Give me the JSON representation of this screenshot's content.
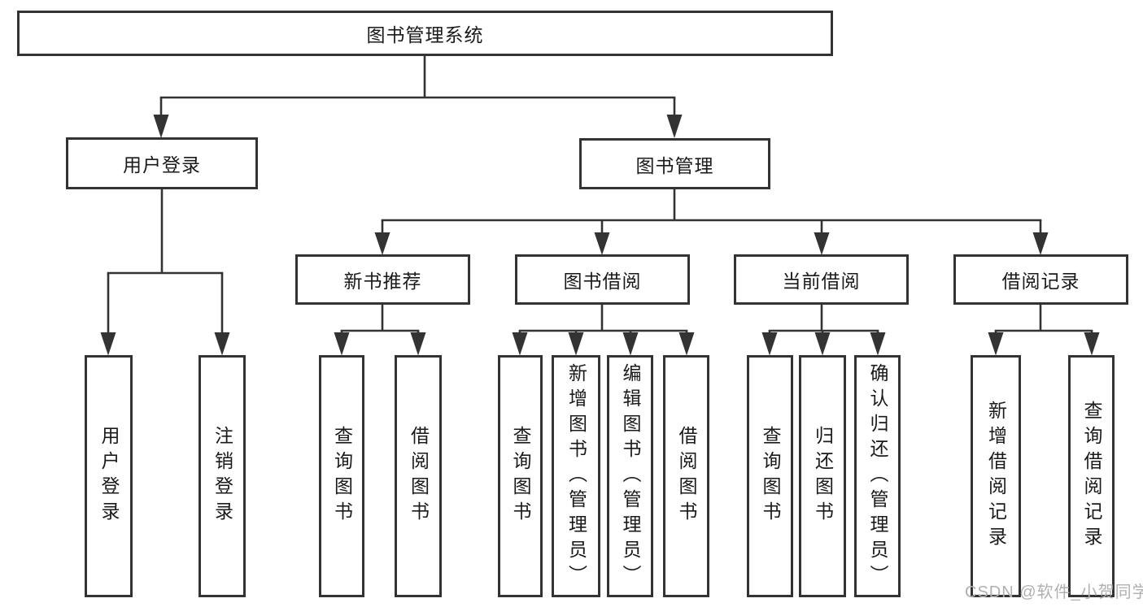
{
  "tree": {
    "label": "图书管理系统",
    "children": [
      {
        "label": "用户登录",
        "children": [
          {
            "label": "用户登录"
          },
          {
            "label": "注销登录"
          }
        ]
      },
      {
        "label": "图书管理",
        "children": [
          {
            "label": "新书推荐",
            "children": [
              {
                "label": "查询图书"
              },
              {
                "label": "借阅图书"
              }
            ]
          },
          {
            "label": "图书借阅",
            "children": [
              {
                "label": "查询图书"
              },
              {
                "label": "新增图书（管理员）"
              },
              {
                "label": "编辑图书（管理员）"
              },
              {
                "label": "借阅图书"
              }
            ]
          },
          {
            "label": "当前借阅",
            "children": [
              {
                "label": "查询图书"
              },
              {
                "label": "归还图书"
              },
              {
                "label": "确认归还（管理员）"
              }
            ]
          },
          {
            "label": "借阅记录",
            "children": [
              {
                "label": "新增借阅记录"
              },
              {
                "label": "查询借阅记录"
              }
            ]
          }
        ]
      }
    ]
  },
  "watermark": "CSDN @软件_小贺同学",
  "colors": {
    "line": "#333333",
    "box_border": "#333333",
    "text": "#1a1a1a",
    "background": "#ffffff",
    "watermark": "#b0b0b0"
  }
}
